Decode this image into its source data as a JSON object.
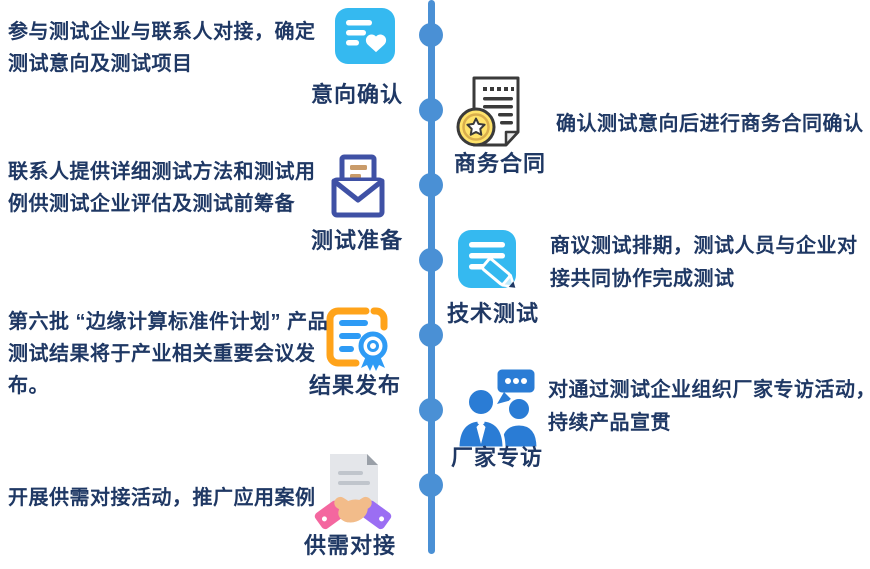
{
  "colors": {
    "timeline_blue": "#4a90d5",
    "text_navy": "#1f3864",
    "icon_cyan": "#35b9f0",
    "envelope_indigo": "#3f51a5",
    "letter_tan": "#c99b69",
    "doc_orange": "#ffa31a",
    "line_blue": "#2e9bf5",
    "coin_yellow": "#ffe36b",
    "person_blue": "#2a7cd5",
    "sleeve_pink": "#f4679f",
    "sleeve_purple": "#9b6ef3",
    "hand_tan": "#f2bc8a",
    "doc_gray": "#e4e6ea"
  },
  "timeline": {
    "node_count": 7
  },
  "steps": [
    {
      "side": "left",
      "label": "意向确认",
      "icon": "checklist-heart-icon",
      "description": "参与测试企业与联系人对接，确定测试意向及测试项目"
    },
    {
      "side": "right",
      "label": "商务合同",
      "icon": "contract-coin-icon",
      "description": "确认测试意向后进行商务合同确认"
    },
    {
      "side": "left",
      "label": "测试准备",
      "icon": "open-envelope-icon",
      "description": "联系人提供详细测试方法和测试用例供测试企业评估及测试前筹备"
    },
    {
      "side": "right",
      "label": "技术测试",
      "icon": "note-pencil-icon",
      "description": "商议测试排期，测试人员与企业对接共同协作完成测试"
    },
    {
      "side": "left",
      "label": "结果发布",
      "icon": "certificate-ribbon-icon",
      "description": "第六批 “边缘计算标准件计划” 产品测试结果将于产业相关重要会议发布。"
    },
    {
      "side": "right",
      "label": "厂家专访",
      "icon": "interview-people-icon",
      "description": "对通过测试企业组织厂家专访活动，持续产品宣贯"
    },
    {
      "side": "left",
      "label": "供需对接",
      "icon": "handshake-document-icon",
      "description": "开展供需对接活动，推广应用案例"
    }
  ]
}
